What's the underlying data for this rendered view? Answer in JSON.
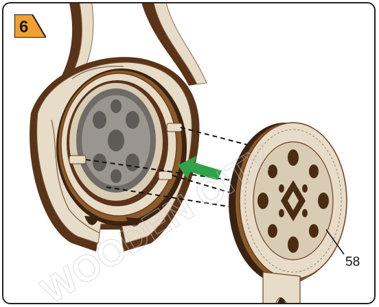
{
  "step": {
    "number": "6"
  },
  "part": {
    "number": "58"
  },
  "watermark": {
    "text": "WOODEN CITY"
  },
  "colors": {
    "step_badge": "#f0a030",
    "wood_light": "#e7dcc8",
    "wood_edge": "#6b3e1f",
    "wood_dark": "#3b2312",
    "arrow": "#2fa24a",
    "dashes": "#111111"
  },
  "icons": {
    "direction": "green-arrow-left-icon"
  }
}
